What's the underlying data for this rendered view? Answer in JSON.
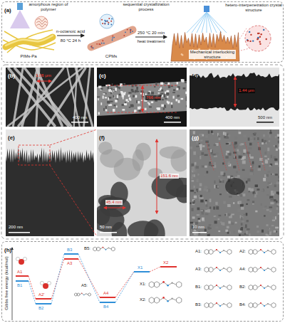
{
  "diagram": {
    "nodes": [
      {
        "text": [
          "(a)"
        ]
      },
      {
        "text": [
          "(b)"
        ]
      },
      {
        "text": [
          "(c)"
        ]
      },
      {
        "text": [
          "(d)"
        ]
      },
      {
        "text": [
          "(e)"
        ]
      },
      {
        "text": [
          "(f)"
        ]
      },
      {
        "text": [
          "(g)"
        ]
      },
      {
        "text": [
          "(h)"
        ]
      }
    ],
    "labels": [
      "amorphous region of polymer",
      "PIMs-Pa",
      "n-octanoic acid",
      "80 °C 24 h",
      "CPMs",
      "sequential crystallization process",
      "250 °C 20 min",
      "heat treatment",
      "hetero-interpenetration crystal structure",
      "Mechanical interlocking structure",
      "1.06 μm",
      "400 nm",
      "766 nm",
      "400 nm",
      "1.44 μm",
      "500 nm",
      "200 nm",
      "45.4 nm",
      "151.6 nm",
      "50 nm",
      "10 nm",
      "Gibbs free energy (kcal/mol)",
      "A1",
      "B1",
      "A2'",
      "B2",
      "B3",
      "A3",
      "A4",
      "B4",
      "A5:",
      "B5:",
      "X1",
      "X2",
      "X1:",
      "X2:",
      "A1:",
      "A2:",
      "A3:",
      "A4:",
      "B1:",
      "B2:",
      "B3:",
      "B4:"
    ]
  }
}
